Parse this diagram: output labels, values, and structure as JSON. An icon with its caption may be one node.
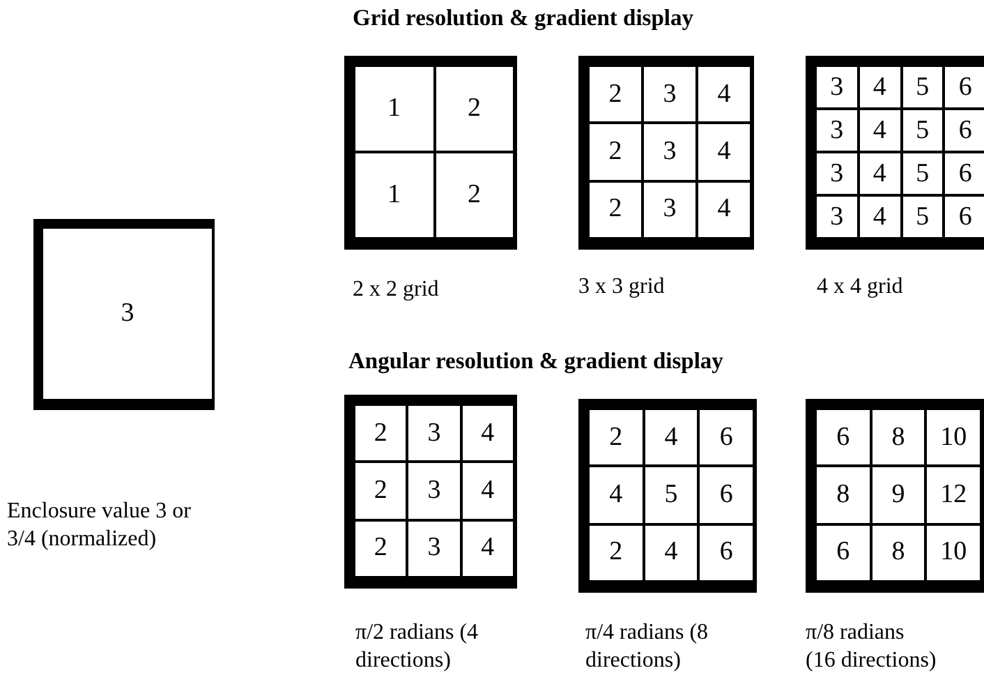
{
  "diagram": {
    "nodes": [
      {
        "text": [
          "3"
        ]
      },
      {
        "text": [],
        "shape": "box",
        "beside": [
          "2 x 2 grid"
        ]
      },
      {
        "text": [
          "1"
        ],
        "in": 1
      },
      {
        "text": [
          "2"
        ],
        "in": 1
      },
      {
        "text": [
          "1"
        ],
        "in": 1
      },
      {
        "text": [
          "2"
        ],
        "in": 1
      },
      {
        "text": [],
        "shape": "box",
        "beside": [
          "3 x 3 grid"
        ]
      },
      {
        "text": [
          "2"
        ],
        "in": 6
      },
      {
        "text": [
          "3"
        ],
        "in": 6
      },
      {
        "text": [
          "4"
        ],
        "in": 6
      },
      {
        "text": [
          "2"
        ],
        "in": 6
      },
      {
        "text": [
          "3"
        ],
        "in": 6
      },
      {
        "text": [
          "4"
        ],
        "in": 6
      },
      {
        "text": [
          "2"
        ],
        "in": 6
      },
      {
        "text": [
          "3"
        ],
        "in": 6
      },
      {
        "text": [
          "4"
        ],
        "in": 6
      },
      {
        "text": [],
        "shape": "box",
        "beside": [
          "4 x 4 grid"
        ]
      },
      {
        "text": [
          "3"
        ],
        "in": 16
      },
      {
        "text": [
          "4"
        ],
        "in": 16
      },
      {
        "text": [
          "5"
        ],
        "in": 16
      },
      {
        "text": [
          "6"
        ],
        "in": 16
      },
      {
        "text": [
          "3"
        ],
        "in": 16
      },
      {
        "text": [
          "4"
        ],
        "in": 16
      },
      {
        "text": [
          "5"
        ],
        "in": 16
      },
      {
        "text": [
          "6"
        ],
        "in": 16
      },
      {
        "text": [
          "3"
        ],
        "in": 16
      },
      {
        "text": [
          "4"
        ],
        "in": 16
      },
      {
        "text": [
          "5"
        ],
        "in": 16
      },
      {
        "text": [
          "6"
        ],
        "in": 16
      },
      {
        "text": [
          "3"
        ],
        "in": 16
      },
      {
        "text": [
          "4"
        ],
        "in": 16
      },
      {
        "text": [
          "5"
        ],
        "in": 16
      },
      {
        "text": [
          "6"
        ],
        "in": 16
      },
      {
        "text": [],
        "shape": "box",
        "beside": [
          "π/2 radians (4 directions)"
        ]
      },
      {
        "text": [
          "2"
        ],
        "in": 33
      },
      {
        "text": [
          "3"
        ],
        "in": 33
      },
      {
        "text": [
          "4"
        ],
        "in": 33
      },
      {
        "text": [
          "2"
        ],
        "in": 33
      },
      {
        "text": [
          "3"
        ],
        "in": 33
      },
      {
        "text": [
          "4"
        ],
        "in": 33
      },
      {
        "text": [
          "2"
        ],
        "in": 33
      },
      {
        "text": [
          "3"
        ],
        "in": 33
      },
      {
        "text": [
          "4"
        ],
        "in": 33
      },
      {
        "text": [],
        "shape": "box",
        "beside": [
          "π/4 radians (8 directions)"
        ]
      },
      {
        "text": [
          "2"
        ],
        "in": 43
      },
      {
        "text": [
          "4"
        ],
        "in": 43
      },
      {
        "text": [
          "6"
        ],
        "in": 43
      },
      {
        "text": [
          "4"
        ],
        "in": 43
      },
      {
        "text": [
          "5"
        ],
        "in": 43
      },
      {
        "text": [
          "6"
        ],
        "in": 43
      },
      {
        "text": [
          "2"
        ],
        "in": 43
      },
      {
        "text": [
          "4"
        ],
        "in": 43
      },
      {
        "text": [
          "6"
        ],
        "in": 43
      },
      {
        "text": [],
        "shape": "box",
        "beside": [
          "π/8 radians (16 directions)"
        ]
      },
      {
        "text": [
          "6"
        ],
        "in": 53
      },
      {
        "text": [
          "8"
        ],
        "in": 53
      },
      {
        "text": [
          "10"
        ],
        "in": 53
      },
      {
        "text": [
          "8"
        ],
        "in": 53
      },
      {
        "text": [
          "9"
        ],
        "in": 53
      },
      {
        "text": [
          "12"
        ],
        "in": 53
      },
      {
        "text": [
          "6"
        ],
        "in": 53
      },
      {
        "text": [
          "8"
        ],
        "in": 53
      },
      {
        "text": [
          "10"
        ],
        "in": 53
      }
    ],
    "labels": [
      "Grid resolution & gradient display",
      "Enclosure value 3 or 3/4 (normalized)",
      "Angular resolution & gradient display"
    ]
  }
}
